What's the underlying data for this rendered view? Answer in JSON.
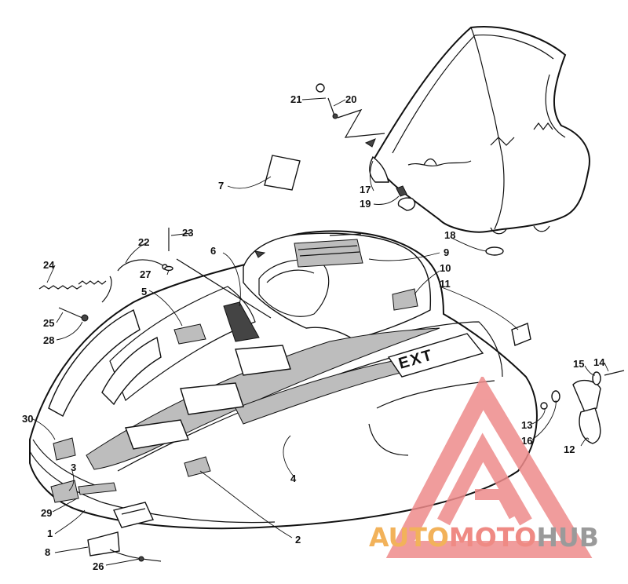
{
  "diagram": {
    "callouts": [
      {
        "id": "c1",
        "label": "1"
      },
      {
        "id": "c2",
        "label": "2"
      },
      {
        "id": "c3",
        "label": "3"
      },
      {
        "id": "c4",
        "label": "4"
      },
      {
        "id": "c5",
        "label": "5"
      },
      {
        "id": "c6",
        "label": "6"
      },
      {
        "id": "c7",
        "label": "7"
      },
      {
        "id": "c8",
        "label": "8"
      },
      {
        "id": "c9",
        "label": "9"
      },
      {
        "id": "c10",
        "label": "10"
      },
      {
        "id": "c11",
        "label": "11"
      },
      {
        "id": "c12",
        "label": "12"
      },
      {
        "id": "c13",
        "label": "13"
      },
      {
        "id": "c14",
        "label": "14"
      },
      {
        "id": "c15",
        "label": "15"
      },
      {
        "id": "c16",
        "label": "16"
      },
      {
        "id": "c17",
        "label": "17"
      },
      {
        "id": "c18",
        "label": "18"
      },
      {
        "id": "c19",
        "label": "19"
      },
      {
        "id": "c20",
        "label": "20"
      },
      {
        "id": "c21",
        "label": "21"
      },
      {
        "id": "c22",
        "label": "22"
      },
      {
        "id": "c23",
        "label": "23"
      },
      {
        "id": "c24",
        "label": "24"
      },
      {
        "id": "c25",
        "label": "25"
      },
      {
        "id": "c26",
        "label": "26"
      },
      {
        "id": "c27",
        "label": "27"
      },
      {
        "id": "c28",
        "label": "28"
      },
      {
        "id": "c29",
        "label": "29"
      },
      {
        "id": "c30",
        "label": "30"
      }
    ],
    "decal_text": "EXT"
  },
  "watermark": {
    "part1": "AUTO",
    "part2": "MOTO",
    "part3": "HUB",
    "color_auto": "#f2b25a",
    "color_moto": "#ef8a84",
    "color_hub": "#9a9a9a",
    "triangle_color": "#ee8b8b"
  }
}
